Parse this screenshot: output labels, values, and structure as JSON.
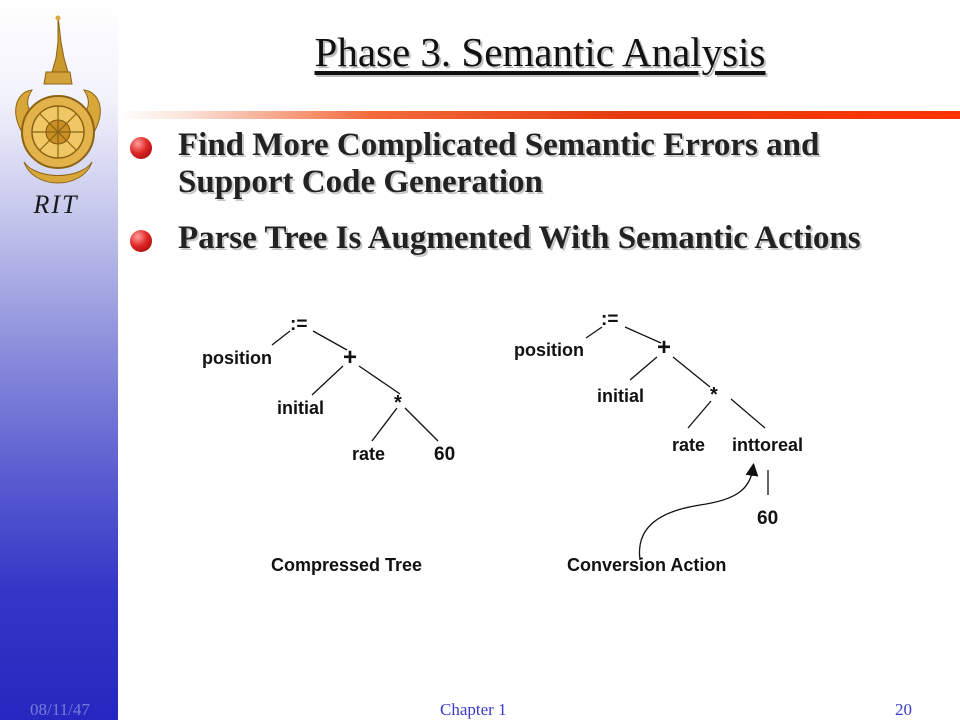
{
  "slide": {
    "logo_text": "RIT",
    "title": "Phase 3. Semantic Analysis",
    "bullets": [
      "Find More Complicated Semantic Errors and Support Code Generation",
      "Parse Tree Is Augmented With Semantic Actions"
    ]
  },
  "diagrams": {
    "compressed_tree": {
      "caption": "Compressed Tree",
      "nodes": {
        "assign": ":=",
        "position": "position",
        "plus": "+",
        "initial": "initial",
        "times": "*",
        "rate": "rate",
        "const": "60"
      }
    },
    "conversion_action": {
      "caption": "Conversion Action",
      "nodes": {
        "assign": ":=",
        "position": "position",
        "plus": "+",
        "initial": "initial",
        "times": "*",
        "rate": "rate",
        "convert": "inttoreal",
        "const": "60"
      }
    }
  },
  "footer": {
    "date": "08/11/47",
    "chapter": "Chapter 1",
    "page": "20"
  },
  "colors": {
    "bullet": "#d61f1f",
    "title_rule": "#e63b0e",
    "sidebar_bottom": "#2527bf",
    "footer_text": "#3a3acc"
  },
  "icons": {
    "logo": "royal-crest-emblem",
    "bullet": "red-sphere-bullet",
    "arrow": "curved-arrow"
  }
}
